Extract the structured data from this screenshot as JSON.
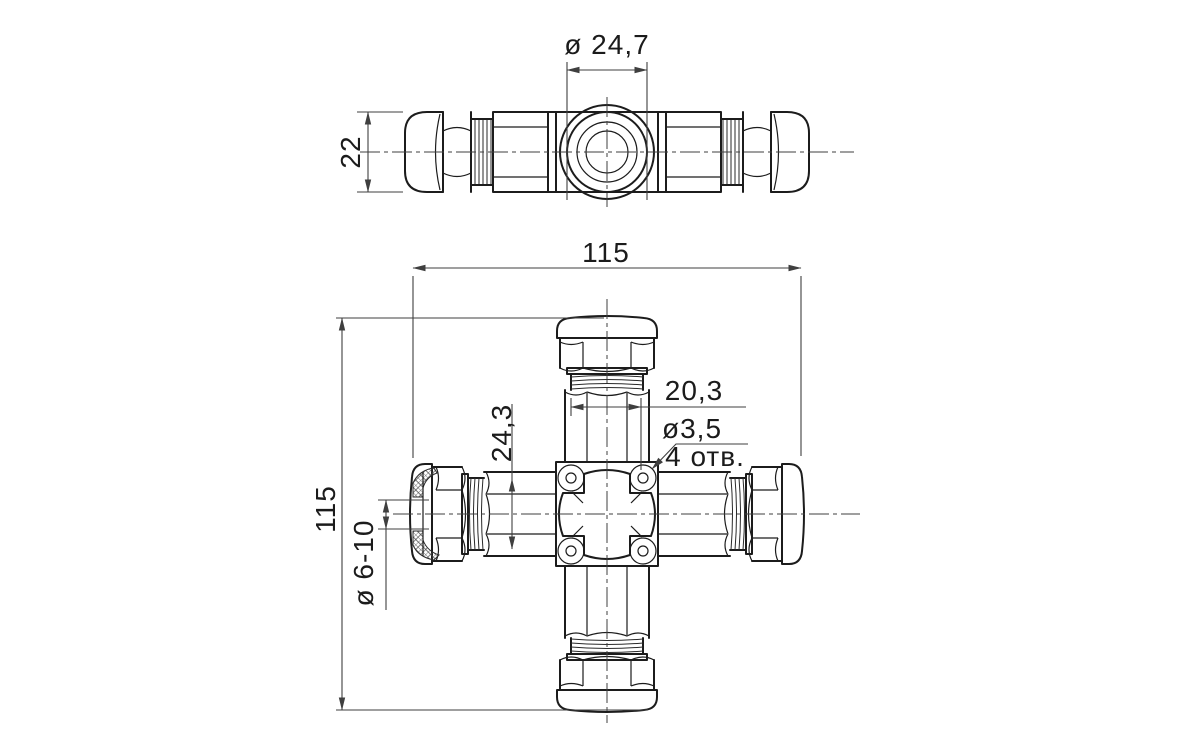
{
  "drawing": {
    "type": "technical-drawing",
    "subject": "4-way waterproof cable gland connector, two orthographic views",
    "colors": {
      "background": "#ffffff",
      "line": "#1c1c1c",
      "dimension": "#3f3f3f"
    },
    "side_view": {
      "boss_diameter": "ø 24,7",
      "body_height": "22"
    },
    "plan_view": {
      "overall_width": "115",
      "overall_height": "115",
      "gland_width": "20,3",
      "arm_diameter": "24,3",
      "hole_diameter": "ø3,5",
      "hole_count": "4 отв.",
      "cable_range": "ø 6-10"
    }
  }
}
